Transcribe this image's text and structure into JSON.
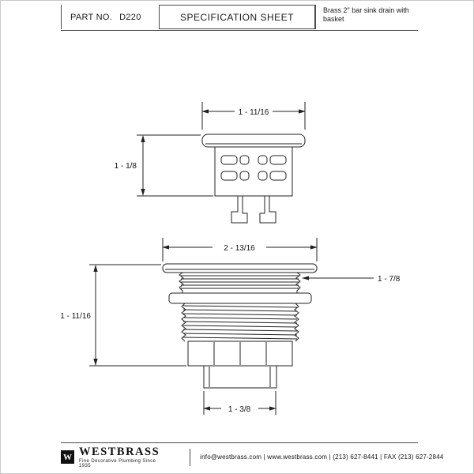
{
  "header": {
    "part_prefix": "PART NO.",
    "part_number": "D220",
    "title": "SPECIFICATION SHEET",
    "description": "Brass 2\" bar sink drain with basket"
  },
  "drawing": {
    "basket": {
      "width_dim": "1 - 11/16",
      "height_dim": "1 - 1/8"
    },
    "drain": {
      "flange_width_dim": "2 - 13/16",
      "gasket_dim": "1 - 7/8",
      "height_dim": "1 - 11/16",
      "tailpiece_dim": "1 - 3/8"
    }
  },
  "footer": {
    "logo_letter": "W",
    "brand": "WESTBRASS",
    "tagline": "Fine Decorative Plumbing Since 1935",
    "contact": "info@westbrass.com  |  www.westbrass.com  |  (213) 627-8441  |  FAX (213) 627-2844"
  }
}
